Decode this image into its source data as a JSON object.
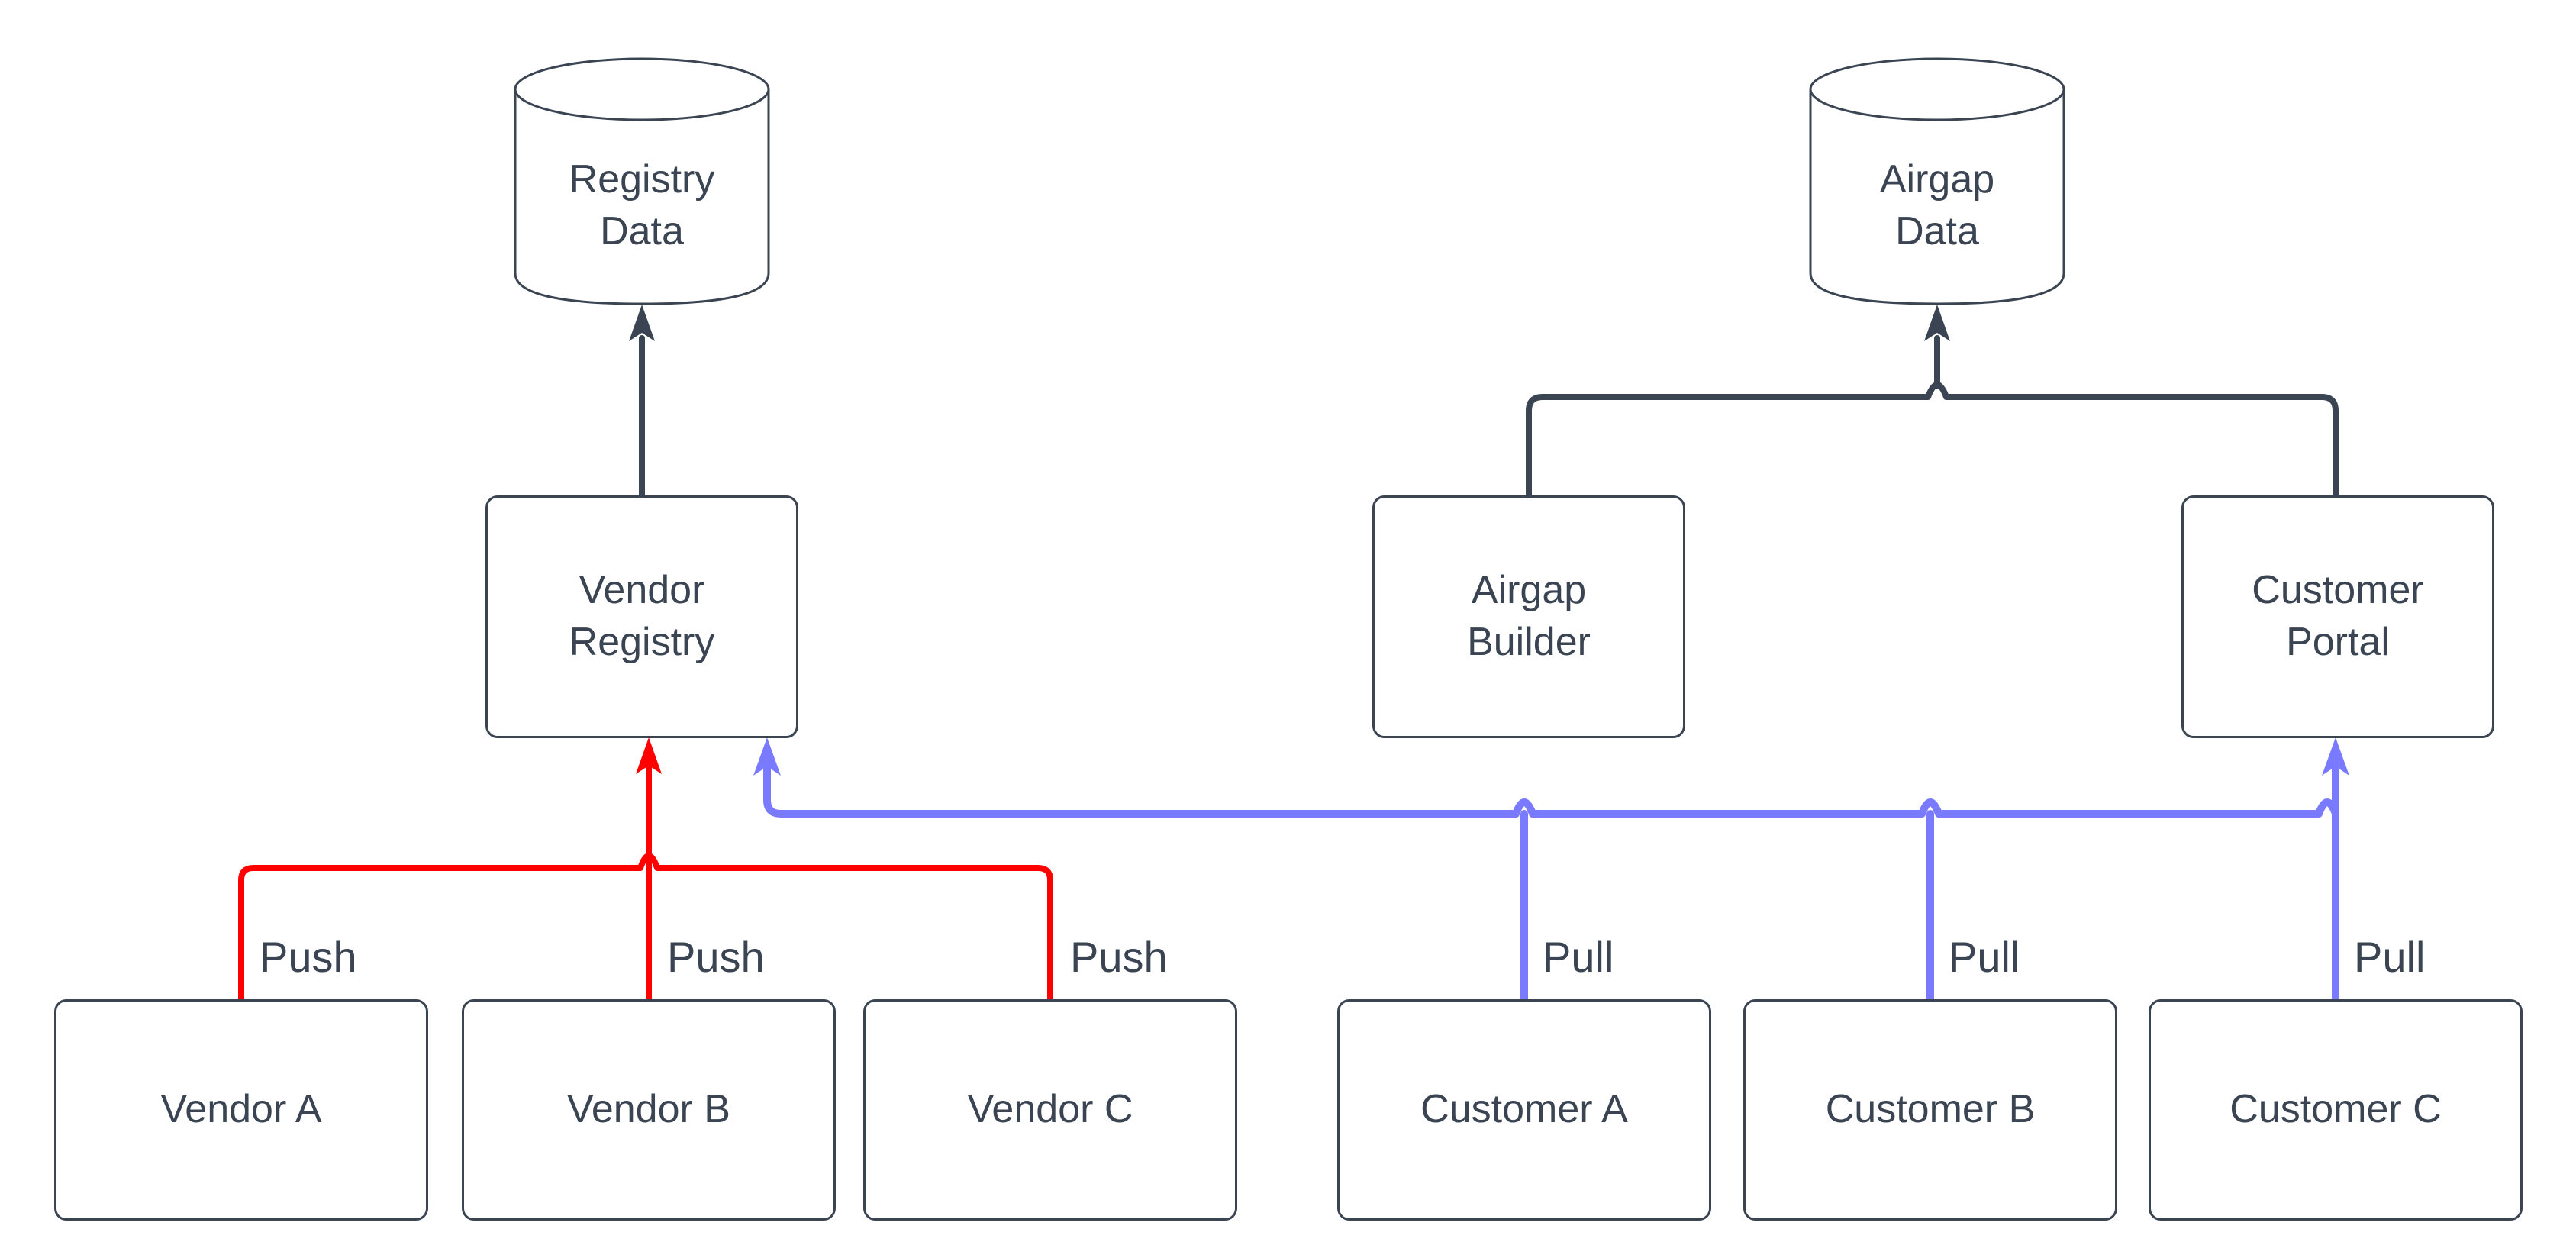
{
  "diagram": {
    "kind": "flowchart",
    "description_visible_elements": "two database cylinders, five process boxes, six source boxes, push and pull labelled connectors"
  },
  "colors": {
    "dark": "#3a4452",
    "push": "#ff0000",
    "pull": "#7a7aff",
    "text": "#3a4452",
    "node_fill": "#ffffff",
    "background": "#ffffff"
  },
  "nodes": {
    "registry_data": {
      "label": "Registry Data",
      "shape": "cylinder"
    },
    "airgap_data": {
      "label": "Airgap Data",
      "shape": "cylinder"
    },
    "vendor_registry": {
      "label": "Vendor Registry",
      "shape": "rounded-rect"
    },
    "airgap_builder": {
      "label": "Airgap Builder",
      "shape": "rounded-rect"
    },
    "customer_portal": {
      "label": "Customer Portal",
      "shape": "rounded-rect"
    },
    "vendor_a": {
      "label": "Vendor A",
      "shape": "rounded-rect"
    },
    "vendor_b": {
      "label": "Vendor B",
      "shape": "rounded-rect"
    },
    "vendor_c": {
      "label": "Vendor C",
      "shape": "rounded-rect"
    },
    "customer_a": {
      "label": "Customer A",
      "shape": "rounded-rect"
    },
    "customer_b": {
      "label": "Customer B",
      "shape": "rounded-rect"
    },
    "customer_c": {
      "label": "Customer C",
      "shape": "rounded-rect"
    }
  },
  "edges": {
    "vendor_registry_to_registry_data": {
      "from": "vendor_registry",
      "to": "registry_data",
      "color": "#3a4452",
      "arrow": "up"
    },
    "airgap_builder_to_airgap_data": {
      "from": "airgap_builder",
      "to": "airgap_data",
      "color": "#3a4452",
      "arrow": "up"
    },
    "customer_portal_to_airgap_data": {
      "from": "customer_portal",
      "to": "airgap_data",
      "color": "#3a4452",
      "arrow": "up"
    },
    "push_a": {
      "from": "vendor_a",
      "to": "vendor_registry",
      "label": "Push",
      "color": "#ff0000"
    },
    "push_b": {
      "from": "vendor_b",
      "to": "vendor_registry",
      "label": "Push",
      "color": "#ff0000"
    },
    "push_c": {
      "from": "vendor_c",
      "to": "vendor_registry",
      "label": "Push",
      "color": "#ff0000"
    },
    "pull_a": {
      "from": "customer_a",
      "to": "vendor_registry",
      "label": "Pull",
      "color": "#7a7aff"
    },
    "pull_b": {
      "from": "customer_b",
      "to": "vendor_registry",
      "label": "Pull",
      "color": "#7a7aff"
    },
    "pull_c": {
      "from": "customer_c",
      "to": "customer_portal",
      "label": "Pull",
      "color": "#7a7aff"
    }
  }
}
